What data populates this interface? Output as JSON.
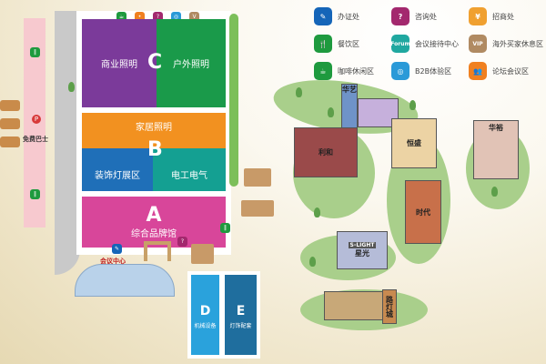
{
  "legend": [
    {
      "label": "办证处",
      "icon": "id-card-icon",
      "color": "#1565b8",
      "glyph": "✎"
    },
    {
      "label": "咨询处",
      "icon": "inquiry-icon",
      "color": "#a3286e",
      "glyph": "?"
    },
    {
      "label": "招商处",
      "icon": "investment-icon",
      "color": "#f0a030",
      "glyph": "¥"
    },
    {
      "label": "餐饮区",
      "icon": "dining-icon",
      "color": "#1e9a3e",
      "glyph": "🍴"
    },
    {
      "label": "会议接待中心",
      "icon": "forum-icon",
      "color": "#20a8a0",
      "glyph": "Forum"
    },
    {
      "label": "海外买家休息区",
      "icon": "vip-icon",
      "color": "#b08a62",
      "glyph": "VIP"
    },
    {
      "label": "咖啡休闲区",
      "icon": "coffee-icon",
      "color": "#1e9a3e",
      "glyph": "☕"
    },
    {
      "label": "B2B体验区",
      "icon": "b2b-icon",
      "color": "#2a9ad8",
      "glyph": "◎"
    },
    {
      "label": "论坛会议区",
      "icon": "conference-icon",
      "color": "#f08020",
      "glyph": "👥"
    }
  ],
  "halls": {
    "c": {
      "letter": "C",
      "left": "商业照明",
      "right": "户外照明",
      "left_color": "#7b3a9a",
      "right_color": "#1a9a4a"
    },
    "b": {
      "letter": "B",
      "top": "家居照明",
      "left": "装饰灯展区",
      "right": "电工电气",
      "top_color": "#f29120",
      "left_color": "#1f6fb8",
      "right_color": "#14a092"
    },
    "a": {
      "letter": "A",
      "name": "综合品牌馆",
      "color": "#d8469a"
    },
    "d": {
      "letter": "D",
      "name": "机械设备",
      "color": "#2aa2dc"
    },
    "e": {
      "letter": "E",
      "name": "灯饰配套",
      "color": "#1f6e9e"
    }
  },
  "labels": {
    "bus": "免费巴士",
    "conference_center": "会议中心"
  },
  "buildings": [
    "华艺",
    "利和",
    "恒盛",
    "华裕",
    "时代",
    "星光",
    "路灯城"
  ],
  "building_sign": "S-LIGHT"
}
